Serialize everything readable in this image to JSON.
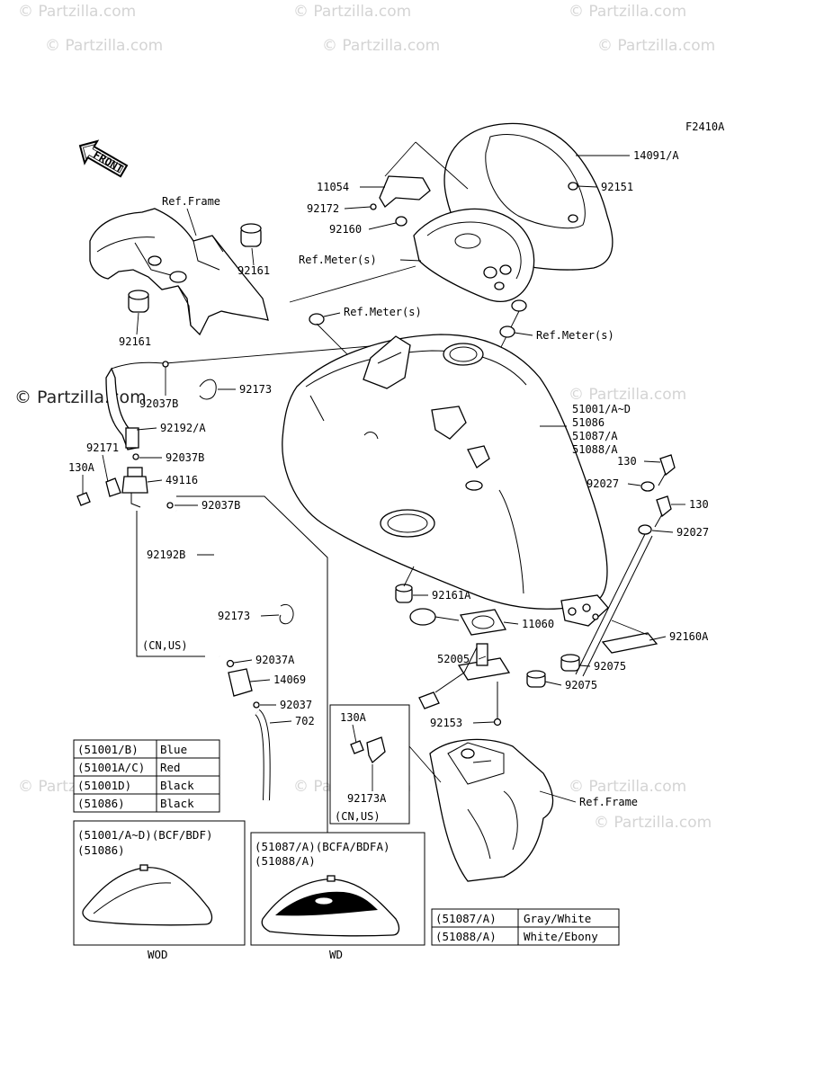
{
  "diagram_code": "F2410A",
  "front_label": "FRONT",
  "watermarks": [
    "© Partzilla.com"
  ],
  "callouts": [
    {
      "id": "14091a",
      "text": "14091/A"
    },
    {
      "id": "11054",
      "text": "11054"
    },
    {
      "id": "92151",
      "text": "92151"
    },
    {
      "id": "92172",
      "text": "92172"
    },
    {
      "id": "92160",
      "text": "92160"
    },
    {
      "id": "ref-meter-1",
      "text": "Ref.Meter(s)"
    },
    {
      "id": "ref-meter-2",
      "text": "Ref.Meter(s)"
    },
    {
      "id": "ref-meter-3",
      "text": "Ref.Meter(s)"
    },
    {
      "id": "ref-frame-1",
      "text": "Ref.Frame"
    },
    {
      "id": "92161-a",
      "text": "92161"
    },
    {
      "id": "92161-b",
      "text": "92161"
    },
    {
      "id": "92037b-1",
      "text": "92037B"
    },
    {
      "id": "92173-1",
      "text": "92173"
    },
    {
      "id": "92192a",
      "text": "92192/A"
    },
    {
      "id": "92171",
      "text": "92171"
    },
    {
      "id": "92037b-2",
      "text": "92037B"
    },
    {
      "id": "130a-1",
      "text": "130A"
    },
    {
      "id": "49116",
      "text": "49116"
    },
    {
      "id": "92037b-3",
      "text": "92037B"
    },
    {
      "id": "92192b",
      "text": "92192B"
    },
    {
      "id": "92173-2",
      "text": "92173"
    },
    {
      "id": "cn-us-1",
      "text": "(CN,US)"
    },
    {
      "id": "92037a",
      "text": "92037A"
    },
    {
      "id": "14069",
      "text": "14069"
    },
    {
      "id": "92037",
      "text": "92037"
    },
    {
      "id": "702",
      "text": "702"
    },
    {
      "id": "tank-numbers",
      "lines": [
        "51001/A~D",
        "51086",
        "51087/A",
        "51088/A"
      ]
    },
    {
      "id": "130-1",
      "text": "130"
    },
    {
      "id": "92027-1",
      "text": "92027"
    },
    {
      "id": "130-2",
      "text": "130"
    },
    {
      "id": "92027-2",
      "text": "92027"
    },
    {
      "id": "92161a",
      "text": "92161A"
    },
    {
      "id": "11060",
      "text": "11060"
    },
    {
      "id": "92160a",
      "text": "92160A"
    },
    {
      "id": "52005",
      "text": "52005"
    },
    {
      "id": "92075-1",
      "text": "92075"
    },
    {
      "id": "92075-2",
      "text": "92075"
    },
    {
      "id": "92153",
      "text": "92153"
    },
    {
      "id": "130a-2",
      "text": "130A"
    },
    {
      "id": "92173a",
      "text": "92173A"
    },
    {
      "id": "cn-us-2",
      "text": "(CN,US)"
    },
    {
      "id": "ref-frame-2",
      "text": "Ref.Frame"
    }
  ],
  "color_table_1": [
    {
      "code": "(51001/B)",
      "color": "Blue"
    },
    {
      "code": "(51001A/C)",
      "color": "Red"
    },
    {
      "code": "(51001D)",
      "color": "Black"
    },
    {
      "code": "(51086)",
      "color": "Black"
    }
  ],
  "color_table_2": [
    {
      "code": "(51087/A)",
      "color": "Gray/White"
    },
    {
      "code": "(51088/A)",
      "color": "White/Ebony"
    }
  ],
  "inset_wod": {
    "lines": [
      "(51001/A~D)(BCF/BDF)",
      "(51086)"
    ],
    "caption": "WOD"
  },
  "inset_wd": {
    "lines": [
      "(51087/A)(BCFA/BDFA)",
      "(51088/A)"
    ],
    "caption": "WD"
  }
}
